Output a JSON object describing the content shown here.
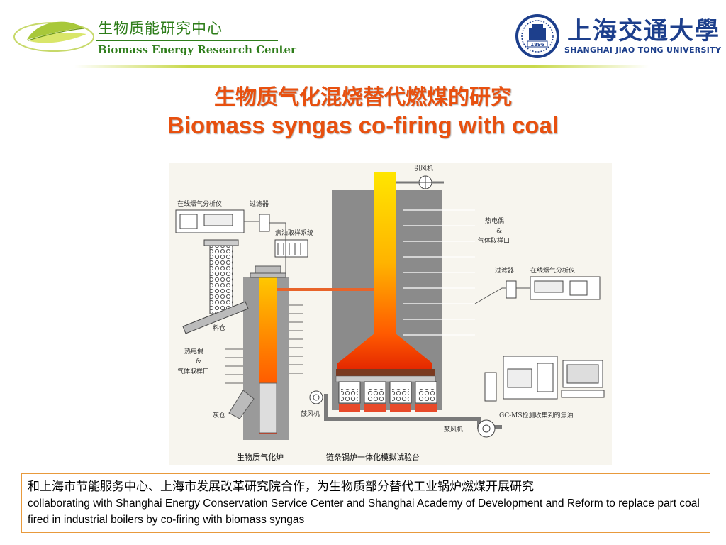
{
  "header": {
    "center_name_cn": "生物质能研究中心",
    "center_name_en": "Biomass Energy Research Center",
    "university_cn": "上海交通大學",
    "university_en": "SHANGHAI JIAO TONG UNIVERSITY",
    "seal_year": "1896"
  },
  "title": {
    "cn": "生物质气化混烧替代燃煤的研究",
    "en": "Biomass syngas co-firing with coal"
  },
  "diagram": {
    "induced_fan": "引风机",
    "online_analyzer_left": "在线烟气分析仪",
    "filter_left": "过滤器",
    "tar_sampling": "焦油取样系统",
    "thermocouple_right_1": "热电偶",
    "thermocouple_right_2": "&",
    "thermocouple_right_3": "气体取样口",
    "filter_right": "过滤器",
    "online_analyzer_right": "在线烟气分析仪",
    "hopper": "料仓",
    "thermocouple_left_1": "热电偶",
    "thermocouple_left_2": "&",
    "thermocouple_left_3": "气体取样口",
    "ash_bin": "灰仓",
    "blower_center": "鼓风机",
    "blower_right": "鼓风机",
    "gcms": "GC-MS检测收集到的焦油",
    "gasifier": "生物质气化炉",
    "boiler_platform": "链条锅炉一体化模拟试验台"
  },
  "description": {
    "cn": "和上海市节能服务中心、上海市发展改革研究院合作，为生物质部分替代工业锅炉燃煤开展研究",
    "en": "collaborating with Shanghai Energy Conservation Service Center and Shanghai Academy of Development and Reform to replace part coal fired in industrial boilers by co-firing with biomass syngas"
  },
  "colors": {
    "title": "#e8500f",
    "brand_green": "#2e7d1a",
    "sjtu_blue": "#1d3f8c",
    "box_border": "#e89a3c"
  }
}
